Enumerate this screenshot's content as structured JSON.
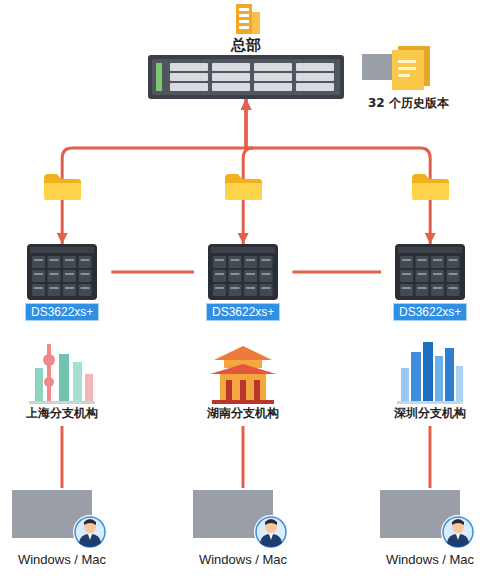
{
  "diagram": {
    "nodes": [
      {
        "text": [
          "总部"
        ]
      },
      {
        "text": [
          "DS3622xs+"
        ]
      },
      {
        "text": [
          "DS3622xs+"
        ]
      },
      {
        "text": [
          "DS3622xs+"
        ]
      },
      {
        "text": [
          "上海分支机构"
        ]
      },
      {
        "text": [
          "湖南分支机构"
        ]
      },
      {
        "text": [
          "深圳分支机构"
        ]
      },
      {
        "text": [
          "Windows / Mac"
        ]
      },
      {
        "text": [
          "Windows / Mac"
        ]
      },
      {
        "text": [
          "Windows / Mac"
        ]
      }
    ],
    "edges": [
      {
        "from": 0,
        "to": 1,
        "arrow": "both"
      },
      {
        "from": 0,
        "to": 2,
        "arrow": "both"
      },
      {
        "from": 0,
        "to": 3,
        "arrow": "both"
      },
      {
        "from": 1,
        "to": 2,
        "arrow": "none"
      },
      {
        "from": 2,
        "to": 3,
        "arrow": "none"
      },
      {
        "from": 4,
        "to": 7,
        "arrow": "none"
      },
      {
        "from": 5,
        "to": 8,
        "arrow": "none"
      },
      {
        "from": 6,
        "to": 9,
        "arrow": "none"
      }
    ],
    "labels": [
      "32 个历史版本"
    ]
  }
}
